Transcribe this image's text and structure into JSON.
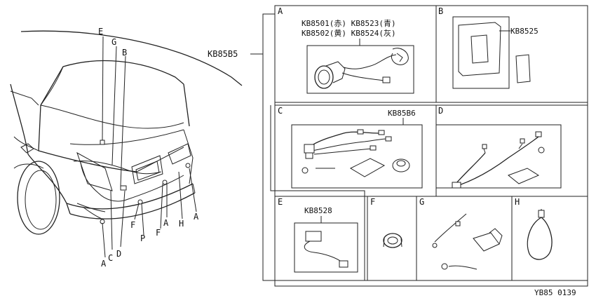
{
  "car_labels": {
    "e": "E",
    "g": "G",
    "b": "B",
    "c": "C",
    "d": "D",
    "f1": "F",
    "p": "P",
    "f2": "F",
    "a1": "A",
    "h": "H",
    "a2": "A",
    "a3": "A"
  },
  "group_code": "KB85B5",
  "panels": {
    "a": {
      "letter": "A",
      "line1": "KB8501(赤) KB8523(青)",
      "line2": "KB8502(黄) KB8524(灰)"
    },
    "b": {
      "letter": "B",
      "part": "KB8525"
    },
    "c": {
      "letter": "C",
      "part": "KB85B6"
    },
    "d": {
      "letter": "D"
    },
    "e": {
      "letter": "E",
      "part": "KB8528"
    },
    "f": {
      "letter": "F"
    },
    "g": {
      "letter": "G"
    },
    "h": {
      "letter": "H"
    }
  },
  "drawing_number": "YB85 0139"
}
